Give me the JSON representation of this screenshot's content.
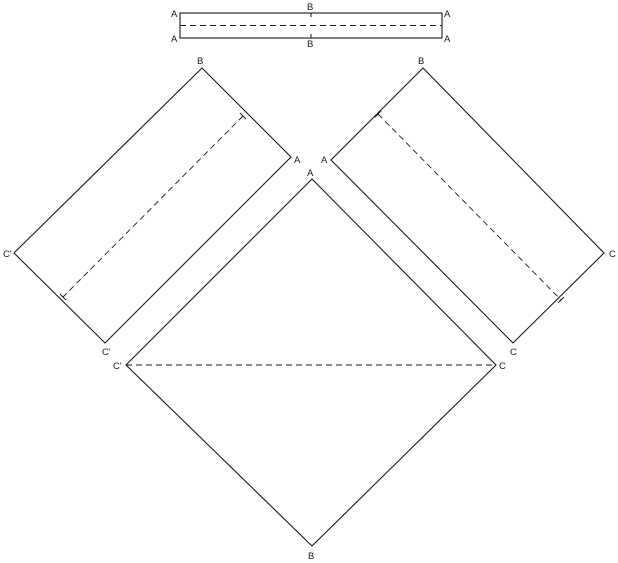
{
  "pieces": {
    "strip": {
      "labels": {
        "top_left": "A",
        "top_mid": "B",
        "top_right": "A",
        "bot_left": "A",
        "bot_mid": "B",
        "bot_right": "A"
      }
    },
    "left_panel": {
      "labels": {
        "top": "B",
        "right": "A",
        "left": "C'",
        "bottom": "C'"
      }
    },
    "right_panel": {
      "labels": {
        "top": "B",
        "left": "A",
        "right": "C",
        "bottom": "C"
      }
    },
    "square": {
      "labels": {
        "top": "A",
        "left": "C'",
        "right": "C",
        "bottom": "B"
      }
    }
  }
}
